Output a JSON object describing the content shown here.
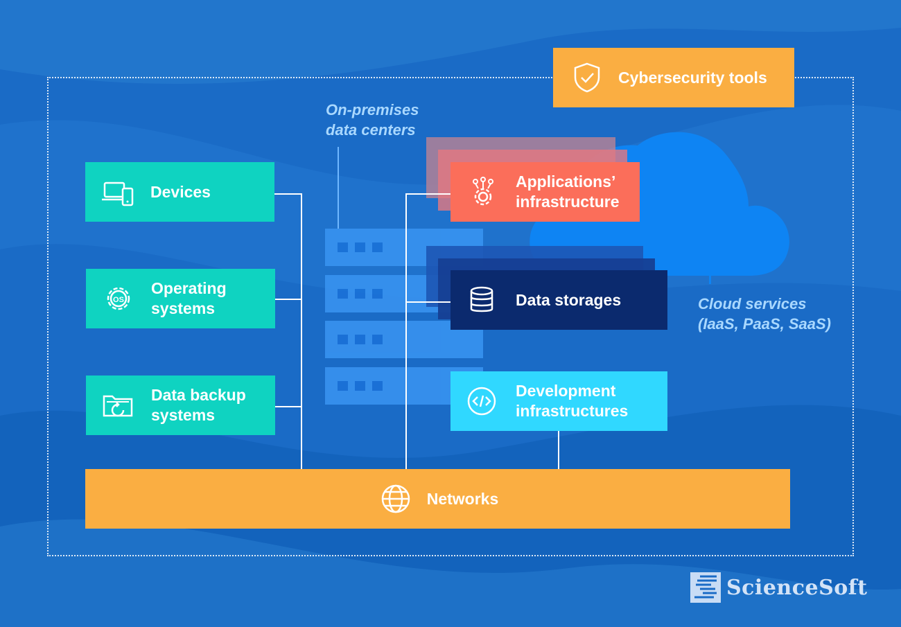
{
  "diagram": {
    "cybersecurity": {
      "label": "Cybersecurity tools",
      "icon": "shield-check-icon",
      "color": "#faae42"
    },
    "labels": {
      "on_premises_line1": "On-premises",
      "on_premises_line2": "data centers",
      "cloud_line1": "Cloud services",
      "cloud_line2": "(IaaS, PaaS, SaaS)"
    },
    "left_nodes": [
      {
        "label_line1": "Devices",
        "label_line2": "",
        "icon": "devices-icon"
      },
      {
        "label_line1": "Operating",
        "label_line2": "systems",
        "icon": "os-gear-icon"
      },
      {
        "label_line1": "Data backup",
        "label_line2": "systems",
        "icon": "folder-restore-icon"
      }
    ],
    "right_nodes": [
      {
        "label_line1": "Applications’",
        "label_line2": "infrastructure",
        "icon": "app-gear-icon",
        "color": "#fb6e5a"
      },
      {
        "label_line1": "Data storages",
        "label_line2": "",
        "icon": "database-icon",
        "color": "#0b2a6e"
      },
      {
        "label_line1": "Development",
        "label_line2": "infrastructures",
        "icon": "code-icon",
        "color": "#30d8ff"
      }
    ],
    "networks": {
      "label": "Networks",
      "icon": "globe-icon",
      "color": "#faae42"
    },
    "brand": {
      "name": "ScienceSoft",
      "icon": "sciencesoft-logo-icon"
    },
    "colors": {
      "background": "#1a6bc6",
      "teal": "#0fd3c1",
      "cloud": "#0e84f3",
      "server": "#3a95f2"
    }
  }
}
